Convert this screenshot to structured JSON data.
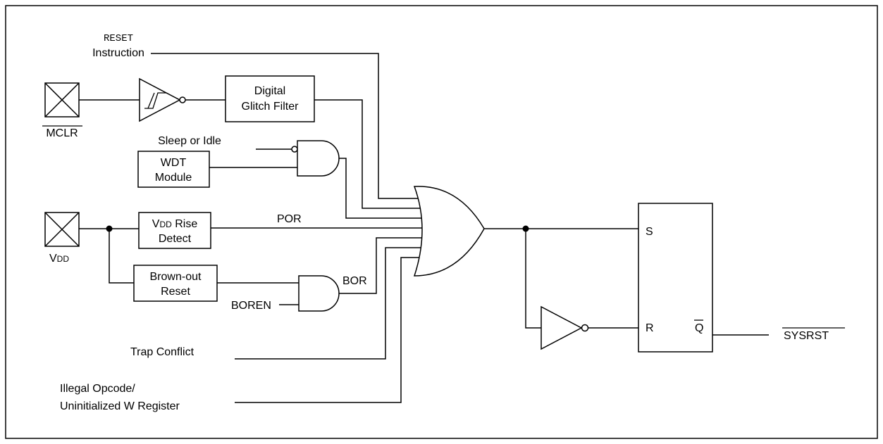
{
  "inputs": {
    "reset_instr_top": "RESET",
    "reset_instr_bottom": "Instruction",
    "mclr": "MCLR",
    "sleep_idle": "Sleep or Idle",
    "vdd_main": "V",
    "vdd_sub": "DD",
    "boren": "BOREN",
    "trap_conflict": "Trap Conflict",
    "illegal_opcode_line1": "Illegal Opcode/",
    "illegal_opcode_line2": "Uninitialized W Register"
  },
  "blocks": {
    "glitch_filter_line1": "Digital",
    "glitch_filter_line2": "Glitch Filter",
    "wdt_line1": "WDT",
    "wdt_line2": "Module",
    "vdd_rise_v": "V",
    "vdd_rise_dd": "DD",
    "vdd_rise_rest": " Rise",
    "vdd_rise_line2": "Detect",
    "brownout_line1": "Brown-out",
    "brownout_line2": "Reset"
  },
  "signals": {
    "por": "POR",
    "bor": "BOR"
  },
  "flipflop": {
    "s": "S",
    "r": "R",
    "q": "Q"
  },
  "output": {
    "sysrst": "SYSRST"
  }
}
